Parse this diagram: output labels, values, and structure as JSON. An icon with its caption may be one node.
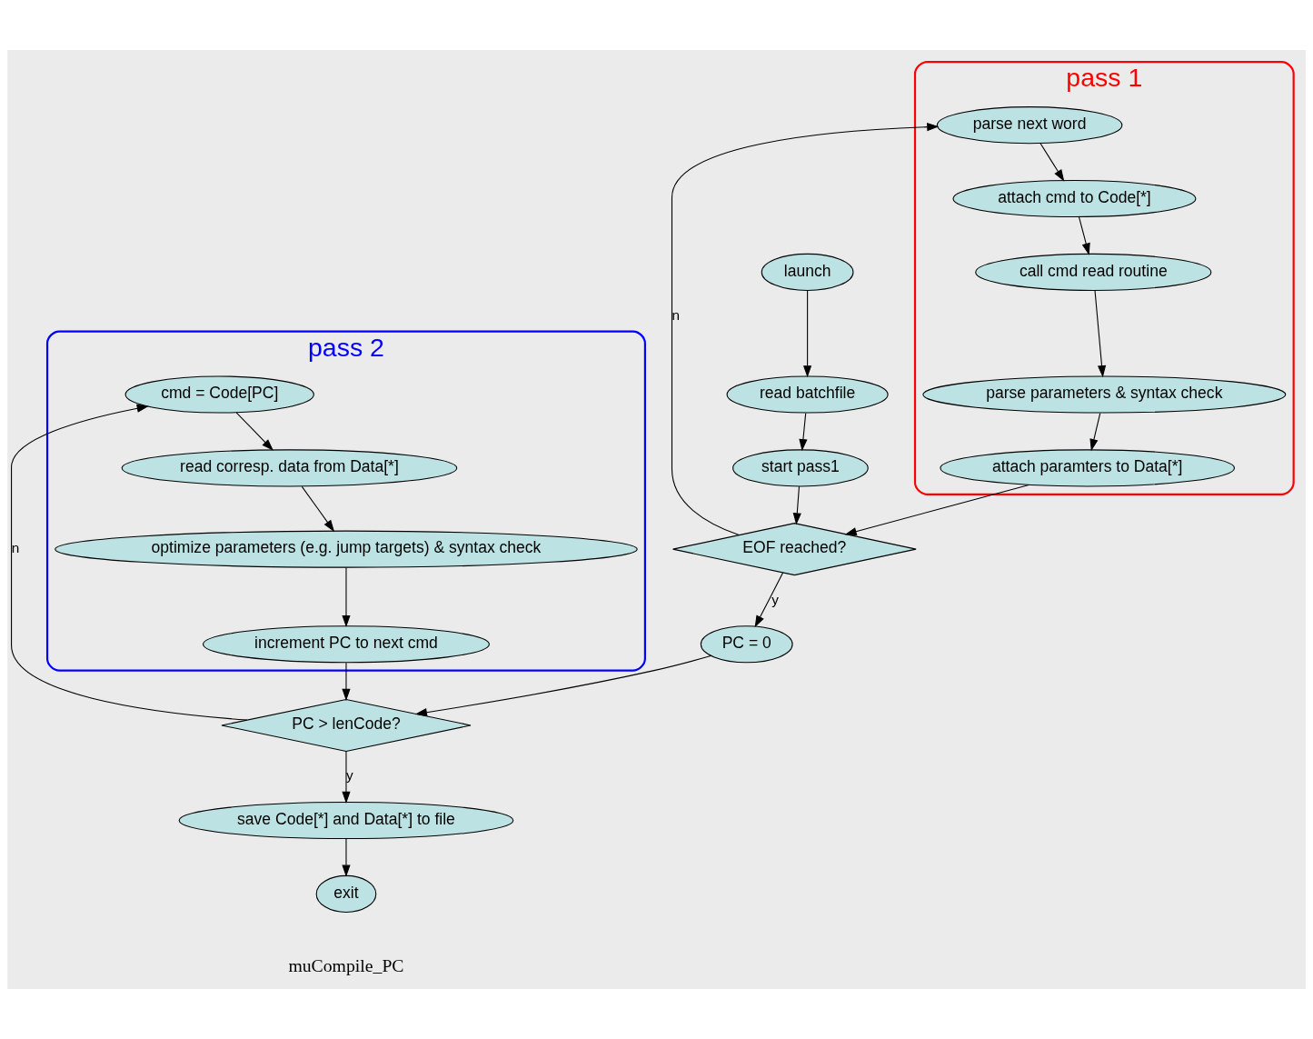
{
  "diagram": {
    "nodes": [
      {
        "text": [
          "launch"
        ]
      },
      {
        "text": [
          "read batchfile"
        ]
      },
      {
        "text": [
          "pass 1"
        ]
      },
      {
        "text": [
          "start pass1"
        ]
      },
      {
        "text": [
          "attach paramters to Data[*]"
        ],
        "in": 2
      },
      {
        "text": [
          "parse parameters & syntax check"
        ],
        "in": 2
      },
      {
        "text": [
          "EOF reached?"
        ]
      },
      {
        "text": [
          "call cmd read routine"
        ],
        "in": 2
      },
      {
        "text": [
          "parse next word"
        ],
        "in": 2
      },
      {
        "text": [
          "attach cmd to Code[*]"
        ],
        "in": 2
      },
      {
        "text": [
          "PC = 0"
        ]
      },
      {
        "text": [
          "pass 2"
        ]
      },
      {
        "text": [
          "PC > lenCode?"
        ]
      },
      {
        "text": [
          "increment PC to next cmd"
        ],
        "in": 11
      },
      {
        "text": [
          "optimize parameters (e.g. jump targets) & syntax check"
        ],
        "in": 11
      },
      {
        "text": [
          "save Code[*] and Data[*] to file"
        ]
      },
      {
        "text": [
          "cmd = Code[PC]"
        ],
        "in": 11
      },
      {
        "text": [
          "read corresp. data from Data[*]"
        ],
        "in": 11
      },
      {
        "text": [
          "exit"
        ]
      }
    ],
    "edges": [
      {
        "from": 0,
        "to": 1,
        "arrow": "to"
      },
      {
        "from": 1,
        "to": 3,
        "arrow": "to"
      },
      {
        "from": 3,
        "to": 6,
        "arrow": "to"
      },
      {
        "from": 4,
        "to": 6,
        "arrow": "to"
      },
      {
        "from": 6,
        "to": 8,
        "arrow": "to",
        "label": "n"
      },
      {
        "from": 8,
        "to": 9,
        "arrow": "to"
      },
      {
        "from": 9,
        "to": 7,
        "arrow": "to"
      },
      {
        "from": 7,
        "to": 5,
        "arrow": "to"
      },
      {
        "from": 5,
        "to": 4,
        "arrow": "to"
      },
      {
        "from": 6,
        "to": 10,
        "arrow": "to",
        "label": "y"
      },
      {
        "from": 10,
        "to": 12,
        "arrow": "to"
      },
      {
        "from": 13,
        "to": 12,
        "arrow": "to"
      },
      {
        "from": 12,
        "to": 15,
        "arrow": "to",
        "label": "y"
      },
      {
        "from": 12,
        "to": 16,
        "arrow": "to",
        "label": "n"
      },
      {
        "from": 16,
        "to": 17,
        "arrow": "to"
      },
      {
        "from": 17,
        "to": 14,
        "arrow": "to"
      },
      {
        "from": 14,
        "to": 13,
        "arrow": "to"
      },
      {
        "from": 15,
        "to": 18,
        "arrow": "to"
      }
    ],
    "labels": [
      "muCompile_PC"
    ]
  }
}
